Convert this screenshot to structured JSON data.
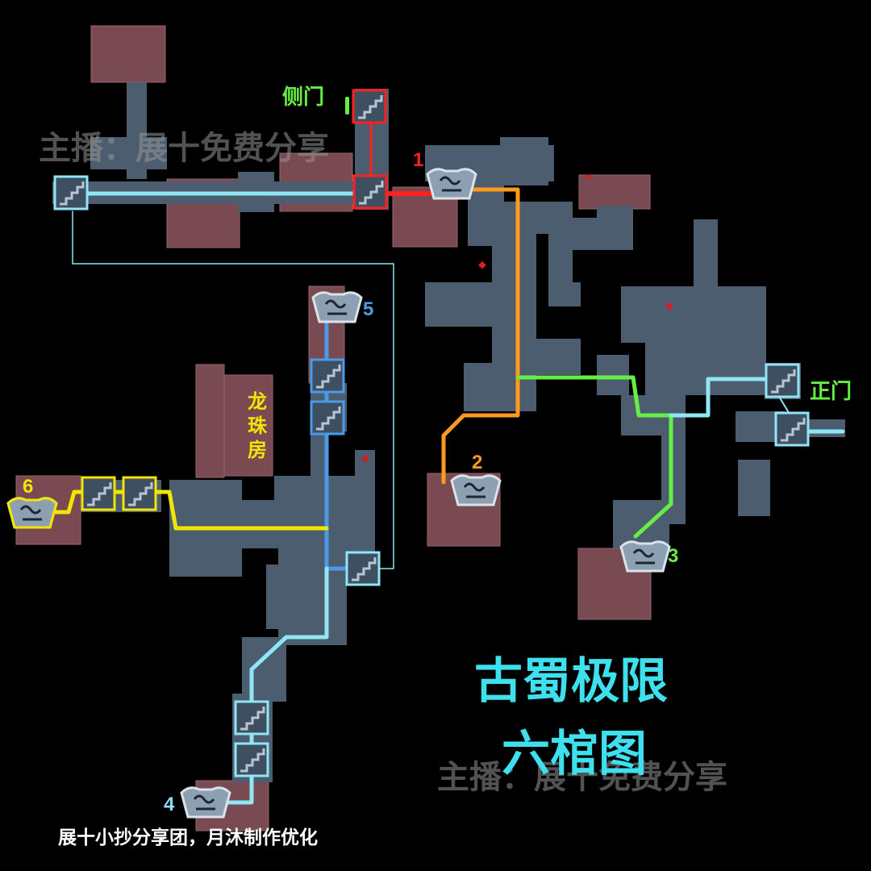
{
  "map_title_line1": "古蜀极限",
  "map_title_line2": "六棺图",
  "watermark_top": "主播：展十免费分享",
  "watermark_bottom": "主播：展十免费分享",
  "credit": "展十小抄分享团，月沐制作优化",
  "labels": {
    "side_door": "侧门",
    "main_door": "正门",
    "dragon_room": "龙珠房"
  },
  "coffins": [
    {
      "number": "1",
      "color": "#ff2020"
    },
    {
      "number": "2",
      "color": "#ff9a1e"
    },
    {
      "number": "3",
      "color": "#66ee44"
    },
    {
      "number": "4",
      "color": "#8fdcff"
    },
    {
      "number": "5",
      "color": "#4a9ae8"
    },
    {
      "number": "6",
      "color": "#f2e600"
    }
  ],
  "colors": {
    "floor": "#4d5d70",
    "room": "#7a4a52",
    "route_cyan": "#8fe6f5",
    "route_red": "#ff2020",
    "route_orange": "#ff9a1e",
    "route_green": "#66ee44",
    "route_blue": "#4a9ae8",
    "route_yellow": "#f2e600",
    "title": "#3fe0ee"
  },
  "icons": [
    "coffin-icon",
    "stairs-icon"
  ]
}
